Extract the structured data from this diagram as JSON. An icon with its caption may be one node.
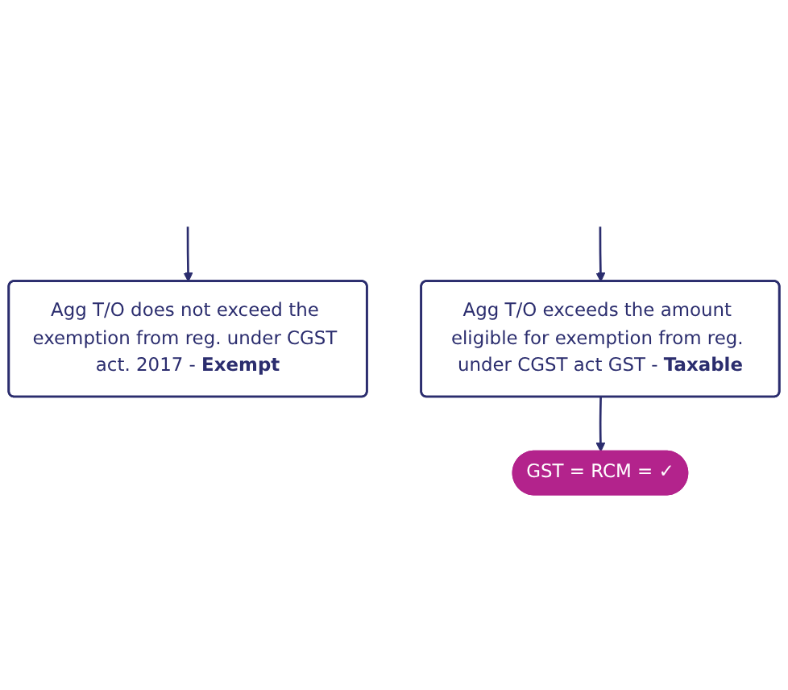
{
  "diagram": {
    "nodes": [
      {
        "text": [
          "Agg T/O does not exceed the exemption from reg. under CGST act. 2017 - **Exempt**"
        ]
      },
      {
        "text": [
          "Agg T/O exceeds the amount eligible for exemption from reg. under CGST act GST - **Taxable**"
        ]
      },
      {
        "text": [
          "GST = RCM = ✓"
        ]
      }
    ],
    "edges": [
      {
        "from": null,
        "to": 0,
        "arrow": "to"
      },
      {
        "from": null,
        "to": 1,
        "arrow": "to"
      },
      {
        "from": 1,
        "to": 2,
        "arrow": "to"
      }
    ]
  }
}
